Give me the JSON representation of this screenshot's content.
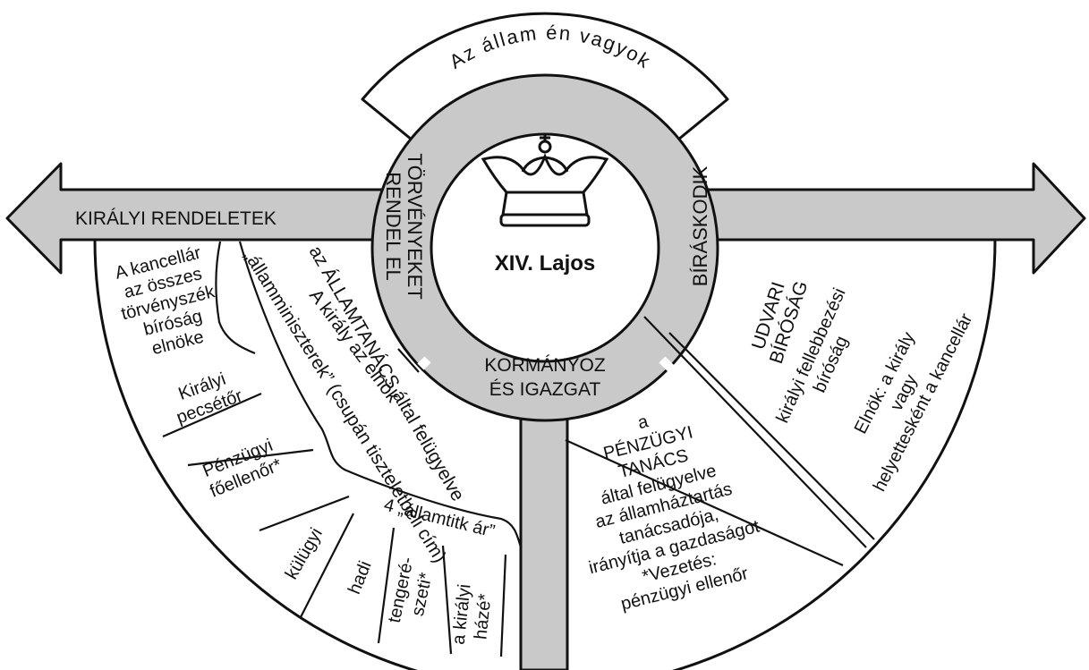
{
  "center": {
    "title": "XIV. Lajos"
  },
  "top_arc": {
    "text": "Az állam én vagyok"
  },
  "arrow": {
    "left_label": "KIRÁLYI RENDELETEK"
  },
  "ring": {
    "legislate": [
      "TÖRVÉNYEKET",
      "RENDEL EL"
    ],
    "judge": "BÍRÁSKODIK",
    "govern": [
      "KORMÁNYOZ",
      "ÉS IGAZGAT"
    ]
  },
  "council": {
    "line1": "az ÁLLAMTANÁCS által felügyelve",
    "line2": "A király az elnök",
    "line3": "„államminiszterek” (csupán tiszteletbeli cím)"
  },
  "chancellor": {
    "lines": [
      "A kancellár",
      "az összes",
      "törvényszék",
      "bíróság",
      "elnöke"
    ]
  },
  "seal": {
    "lines": [
      "Királyi",
      "pecsétőr"
    ]
  },
  "finance_controller": {
    "lines": [
      "Pénzügyi",
      "főellenőr*"
    ]
  },
  "secretaries": {
    "label": "4 „államtitk ár”",
    "items": [
      {
        "lines": [
          "külügyi"
        ]
      },
      {
        "lines": [
          "hadi"
        ]
      },
      {
        "lines": [
          "tengeré-",
          "szeti*"
        ]
      },
      {
        "lines": [
          "a királyi",
          "házé*"
        ]
      }
    ]
  },
  "finance_council": {
    "lines": [
      "a",
      "PÉNZÜGYI",
      "TANÁCS",
      "által felügyelve",
      "az államháztartás",
      "tanácsadója,",
      "irányítja a gazdaságot",
      "*Vezetés:",
      "pénzügyi ellenőr"
    ]
  },
  "court": {
    "title": [
      "UDVARI",
      "BÍRÓSÁG"
    ],
    "sub": [
      "királyi fellebbezési",
      "bíróság"
    ],
    "president": [
      "Elnök: a király",
      "vagy",
      "helyettesként a kancellár"
    ]
  }
}
